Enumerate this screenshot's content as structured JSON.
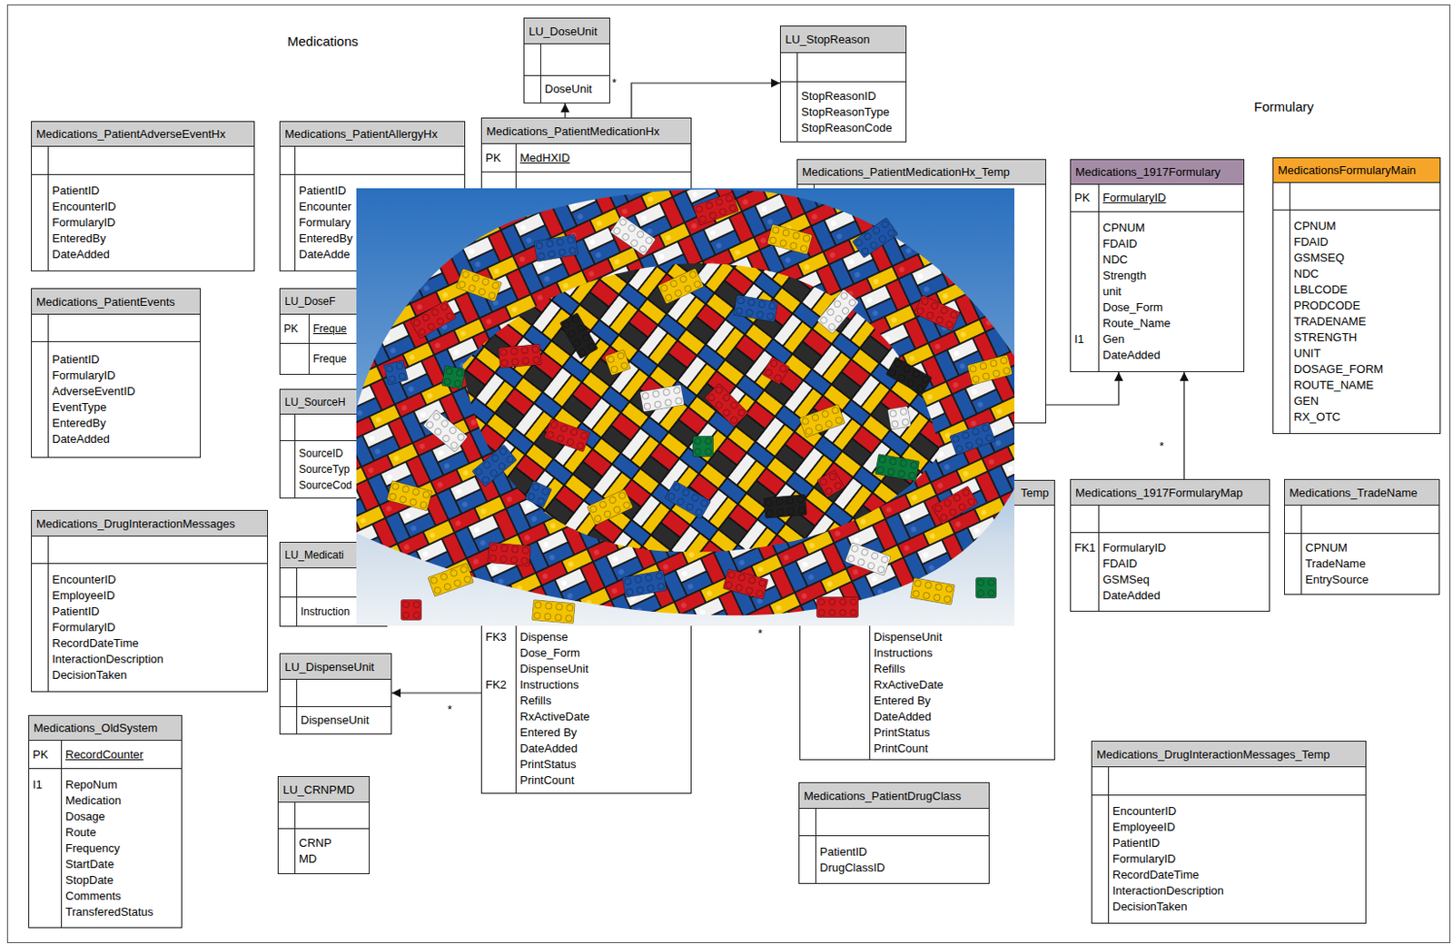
{
  "diagram": {
    "nodes": [
      {
        "text": [
          "LU_DoseUnit",
          "DoseUnit"
        ]
      },
      {
        "text": [
          "LU_StopReason",
          "StopReasonID",
          "StopReasonType",
          "StopReasonCode"
        ]
      },
      {
        "text": [
          "Medications_PatientAdverseEventHx",
          "PatientID",
          "EncounterID",
          "FormularyID",
          "EnteredBy",
          "DateAdded"
        ]
      },
      {
        "text": [
          "Medications_PatientAllergyHx",
          "PatientID",
          "Encounter",
          "Formulary",
          "EnteredBy",
          "DateAdde"
        ]
      },
      {
        "text": [
          "Medications_PatientMedicationHx",
          "PK",
          "MedHXID",
          "FK3",
          "Dispense",
          "Dose_Form",
          "DispenseUnit",
          "FK2",
          "Instructions",
          "Refills",
          "RxActiveDate",
          "Entered By",
          "DateAdded",
          "PrintStatus",
          "PrintCount"
        ]
      },
      {
        "text": [
          "Medications_PatientMedicationHx_Temp"
        ]
      },
      {
        "text": [
          "Medications_1917Formulary",
          "PK",
          "FormularyID",
          "CPNUM",
          "FDAID",
          "NDC",
          "Strength",
          "unit",
          "Dose_Form",
          "Route_Name",
          "I1",
          "Gen",
          "DateAdded"
        ]
      },
      {
        "text": [
          "MedicationsFormularyMain",
          "CPNUM",
          "FDAID",
          "GSMSEQ",
          "NDC",
          "LBLCODE",
          "PRODCODE",
          "TRADENAME",
          "STRENGTH",
          "UNIT",
          "DOSAGE_FORM",
          "ROUTE_NAME",
          "GEN",
          "RX_OTC"
        ]
      },
      {
        "text": [
          "Medications_PatientEvents",
          "PatientID",
          "FormularyID",
          "AdverseEventID",
          "EventType",
          "EnteredBy",
          "DateAdded"
        ]
      },
      {
        "text": [
          "LU_DoseF",
          "PK",
          "Freque",
          "Freque"
        ]
      },
      {
        "text": [
          "LU_SourceH",
          "SourceID",
          "SourceTyp",
          "SourceCod"
        ]
      },
      {
        "text": [
          "Temp",
          "DispenseUnit",
          "Instructions",
          "Refills",
          "RxActiveDate",
          "Entered By",
          "DateAdded",
          "PrintStatus",
          "PrintCount"
        ]
      },
      {
        "text": [
          "Medications_1917FormularyMap",
          "FK1",
          "FormularyID",
          "FDAID",
          "GSMSeq",
          "DateAdded"
        ]
      },
      {
        "text": [
          "Medications_TradeName",
          "CPNUM",
          "TradeName",
          "EntrySource"
        ]
      },
      {
        "text": [
          "Medications_DrugInteractionMessages",
          "EncounterID",
          "EmployeeID",
          "PatientID",
          "FormularyID",
          "RecordDateTime",
          "InteractionDescription",
          "DecisionTaken"
        ]
      },
      {
        "text": [
          "LU_Medicati",
          "Instruction"
        ]
      },
      {
        "text": [
          "LU_DispenseUnit",
          "DispenseUnit"
        ]
      },
      {
        "text": [
          "Medications_OldSystem",
          "PK",
          "RecordCounter",
          "I1",
          "RepoNum",
          "Medication",
          "Dosage",
          "Route",
          "Frequency",
          "StartDate",
          "StopDate",
          "Comments",
          "TransferedStatus"
        ]
      },
      {
        "text": [
          "LU_CRNPMD",
          "CRNP",
          "MD"
        ]
      },
      {
        "text": [
          "Medications_PatientDrugClass",
          "PatientID",
          "DrugClassID"
        ]
      },
      {
        "text": [
          "Medications_DrugInteractionMessages_Temp",
          "EncounterID",
          "EmployeeID",
          "PatientID",
          "FormularyID",
          "RecordDateTime",
          "InteractionDescription",
          "DecisionTaken"
        ]
      }
    ],
    "edges": [
      {
        "from": 4,
        "to": 0,
        "arrow": "to"
      },
      {
        "from": 4,
        "to": 1,
        "arrow": "to"
      },
      {
        "from": 4,
        "to": 16,
        "arrow": "to"
      },
      {
        "from": 5,
        "to": 6,
        "arrow": "to"
      },
      {
        "from": 12,
        "to": 6,
        "arrow": "to"
      }
    ],
    "labels": [
      "Medications",
      "Formulary",
      "*",
      "*",
      "*",
      "*"
    ]
  }
}
